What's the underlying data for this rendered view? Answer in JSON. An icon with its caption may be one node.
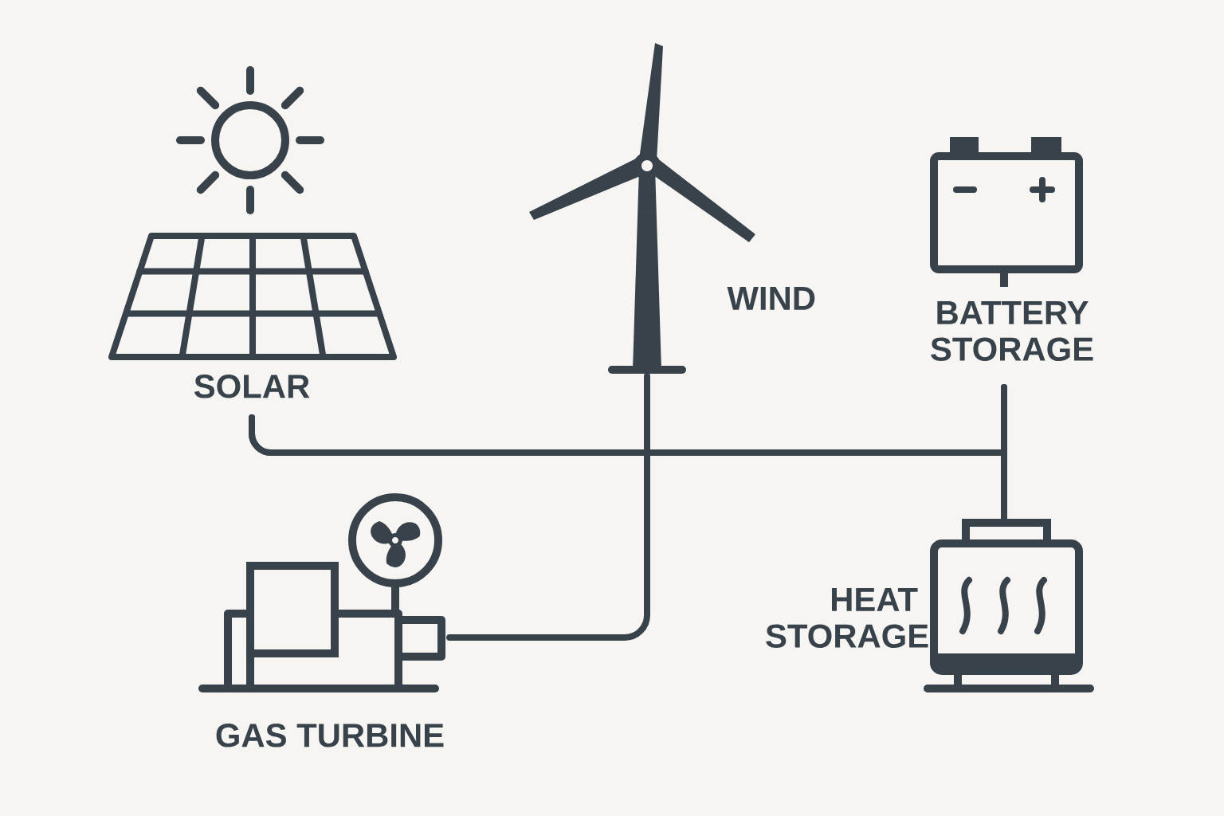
{
  "diagram": {
    "nodes": [
      {
        "text": [
          "SOLAR"
        ]
      },
      {
        "text": [
          "WIND"
        ]
      },
      {
        "text": [
          "BATTERY STORAGE"
        ]
      },
      {
        "text": [
          "HEAT STORAGE"
        ]
      },
      {
        "text": [
          "GAS TURBINE"
        ]
      }
    ],
    "edges": [
      {
        "from": 0,
        "to": 2,
        "arrow": "none"
      },
      {
        "from": 0,
        "to": 3,
        "arrow": "none"
      },
      {
        "from": 2,
        "to": 3,
        "arrow": "none"
      },
      {
        "from": 1,
        "to": 4,
        "arrow": "none"
      }
    ]
  }
}
